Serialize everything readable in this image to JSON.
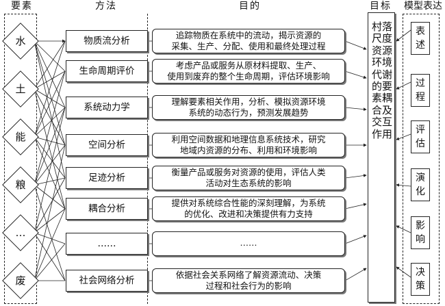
{
  "headers": {
    "elements": "要素",
    "methods": "方法",
    "purposes": "目的",
    "goal": "目标",
    "model": "模型表达"
  },
  "elements": [
    "水",
    "土",
    "能",
    "粮",
    "…",
    "废"
  ],
  "methods": [
    "物质流分析",
    "生命周期评价",
    "系统动力学",
    "空间分析",
    "足迹分析",
    "耦合分析",
    "……",
    "社会网络分析"
  ],
  "purposes": [
    [
      "追踪物质在系统中的流动，揭示资源的",
      "采集、生产、分配、使用和最终处理过程"
    ],
    [
      "考虑产品或服务从原材料提取、生产、",
      "使用到废弃的整个生命周期，评估环境影响"
    ],
    [
      "理解要素相关作用，分析、模拟资源环境",
      "系统的动态行为，预测发展趋势"
    ],
    [
      "利用空间数据和地理信息系统技术，研究",
      "地域内资源的分布、利用和环境影响"
    ],
    [
      "衡量产品或服务对资源的使用，评估人类",
      "活动对生态系统的影响"
    ],
    [
      "提供对系统综合性能的深刻理解，为系统",
      "的优化、改进和决策提供有力支持"
    ],
    [
      "……",
      ""
    ],
    [
      "依据社会关系网络了解资源流动、决策",
      "过程和社会行为的影响"
    ]
  ],
  "goal": "村落尺度资源环境代谢的要素耦合及交互作用",
  "model": [
    "表述",
    "过程",
    "评估",
    "演化",
    "影响",
    "决策"
  ]
}
